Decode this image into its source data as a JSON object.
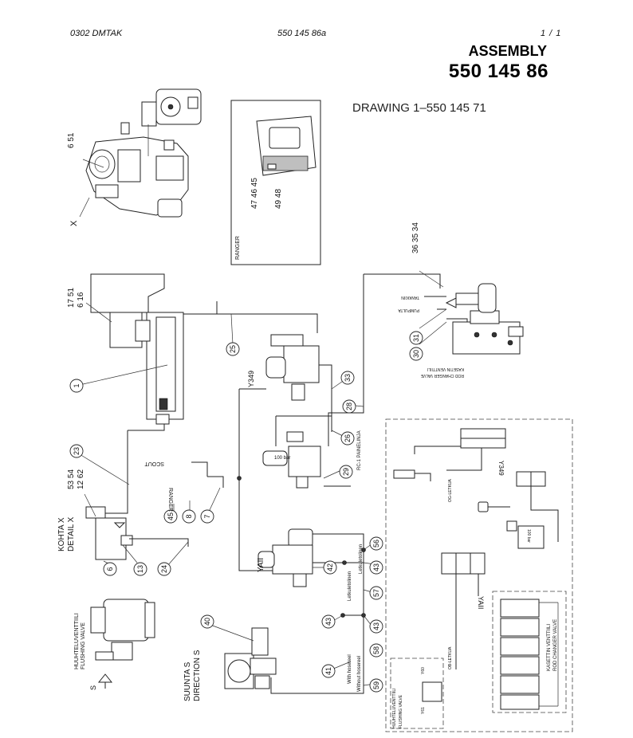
{
  "header": {
    "left": "0302  DMTAK",
    "center": "550 145 86a",
    "right": "1 /  1"
  },
  "title": {
    "label": "ASSEMBLY",
    "number": "550 145 86",
    "drawing_ref": "DRAWING 1–550 145 71"
  },
  "balloons": [
    {
      "id": "b1",
      "text": "1"
    },
    {
      "id": "b6",
      "text": "6"
    },
    {
      "id": "b13",
      "text": "13"
    },
    {
      "id": "b23",
      "text": "23"
    },
    {
      "id": "b24",
      "text": "24"
    },
    {
      "id": "b25",
      "text": "25"
    },
    {
      "id": "b26",
      "text": "26"
    },
    {
      "id": "b28",
      "text": "28"
    },
    {
      "id": "b29",
      "text": "29"
    },
    {
      "id": "b30",
      "text": "30"
    },
    {
      "id": "b31",
      "text": "31"
    },
    {
      "id": "b33",
      "text": "33"
    },
    {
      "id": "b7",
      "text": "7"
    },
    {
      "id": "b8",
      "text": "8"
    },
    {
      "id": "b45",
      "text": "45"
    },
    {
      "id": "b40",
      "text": "40"
    },
    {
      "id": "b41",
      "text": "41"
    },
    {
      "id": "b42",
      "text": "42"
    },
    {
      "id": "b43a",
      "text": "43"
    },
    {
      "id": "b43b",
      "text": "43"
    },
    {
      "id": "b43c",
      "text": "43"
    },
    {
      "id": "b56",
      "text": "56"
    },
    {
      "id": "b57",
      "text": "57"
    },
    {
      "id": "b58",
      "text": "58"
    },
    {
      "id": "b59",
      "text": "59"
    }
  ],
  "vertical_labels": {
    "b651": "6 51",
    "b1751": "17 51",
    "b616": "6 16",
    "b5354": "53 54",
    "b1262": "12 62",
    "b474645": "47 46 45",
    "b4948": "49 48",
    "b363534": "36 35 34",
    "x_mark": "X",
    "ranger_box": "RANGER",
    "kohta": "KOHTA X",
    "detail": "DETAIL X",
    "scout": "SCOUT",
    "ranger_small": "RANGER",
    "y349_a": "Y349",
    "y349_b": "Y349",
    "yaii_a": "YAII",
    "yaii_b": "YAII",
    "bar100_a": "100 bar",
    "bar100_b": "100 bar",
    "rc_paineline": "RC-1 PAINELINJA",
    "og_letku": "OG-LETKUA",
    "ob_letku": "OB-LETKUA",
    "tankki": "TANKKIIN",
    "pumppu": "PUMPULTA",
    "kasettin_a": "KASETIN VENTTIILI",
    "kasettin_b": "ROD CHANGER VALVE",
    "kasettin_c": "KASETTIN VENTTIILI",
    "kasettin_d": "ROD CHANGER VALVE",
    "huuht_a": "HUUHTELUVENTTIILI",
    "huuht_b": "FLUSHING VALVE",
    "huuht_c": "HUUHTELUVENTTIILI",
    "huuht_d": "FLUSHING VALVE",
    "suunta": "SUUNTA S",
    "direction": "DIRECTION S",
    "s_mark": "S",
    "letku_a": "Letkuletolinen",
    "letku_b": "Letkuletolinen",
    "with_hose": "With hosereel",
    "without_hose": "Without hosereel",
    "y60": "Y60",
    "y61": "Y61"
  }
}
